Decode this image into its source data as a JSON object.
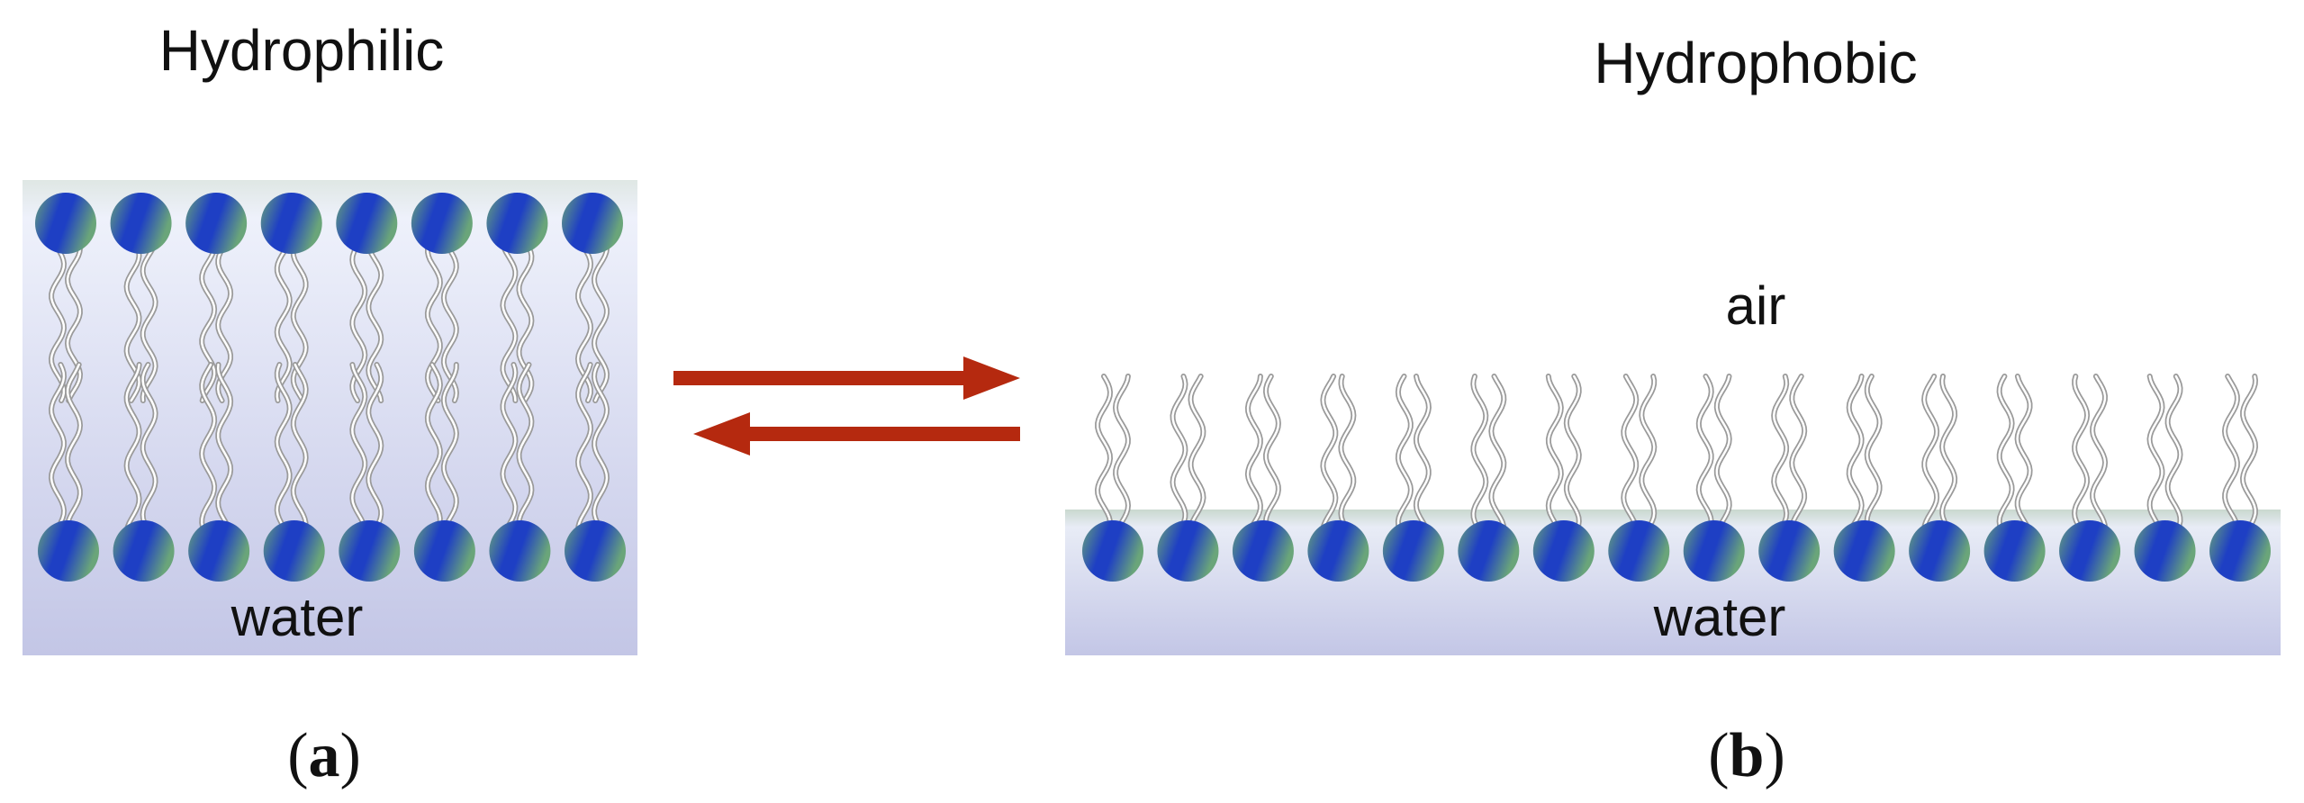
{
  "panels": [
    {
      "id": "a",
      "title": "Hydrophilic",
      "medium_label": "water",
      "caption_letter": "a",
      "structure": "bilayer",
      "heads_per_row": 8
    },
    {
      "id": "b",
      "title": "Hydrophobic",
      "medium_label": "water",
      "air_label": "air",
      "caption_letter": "b",
      "structure": "monolayer",
      "heads_per_row": 16
    }
  ],
  "equilibrium_arrows": {
    "forward": "right",
    "backward": "left"
  },
  "colors": {
    "head_dark": "#1e3fc4",
    "head_light": "#6aa57a",
    "tail": "#9a9a9a",
    "arrow": "#b5290f",
    "water_top": "#eef1fb",
    "water_bottom": "#c3c6e6",
    "surface_band": "#c9d8cf"
  }
}
